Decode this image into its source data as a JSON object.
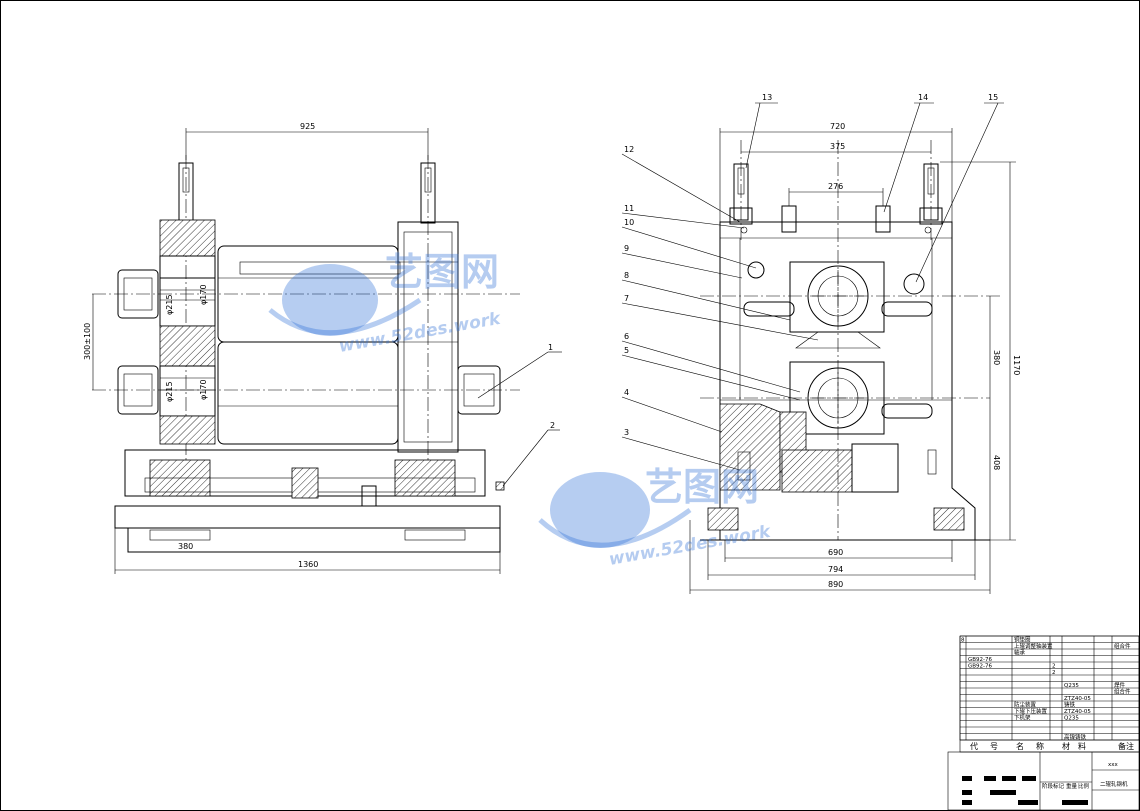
{
  "drawing": {
    "title": "二辊轧钢机",
    "title_code": "xxx",
    "watermark_brand": "艺图网",
    "watermark_url": "www.52des.work",
    "colors": {
      "line": "#000000",
      "watermark": "#2f6fd6",
      "background": "#ffffff"
    }
  },
  "front_view": {
    "dims": {
      "top_width": "925",
      "roll_distance": "300±100",
      "bottom_left": "380",
      "overall_length": "1360",
      "d_upper_a": "φ215",
      "d_upper_b": "φ170",
      "d_lower_a": "φ215",
      "d_lower_b": "φ170"
    },
    "callouts": [
      "1",
      "2"
    ]
  },
  "side_view": {
    "dims": {
      "top_width": "720",
      "inner_width": "375",
      "screw_span": "276",
      "height_upper": "380",
      "height_total": "1170",
      "height_lower": "408",
      "base_inner": "690",
      "base_mid": "794",
      "base_outer": "890"
    },
    "callouts": [
      "3",
      "4",
      "5",
      "6",
      "7",
      "8",
      "9",
      "10",
      "11",
      "12",
      "13",
      "14",
      "15"
    ]
  },
  "title_block": {
    "rows": [
      {
        "no": "8",
        "code": "",
        "name": "铜垫圈",
        "qty": "",
        "mat": "",
        "note": ""
      },
      {
        "no": "",
        "code": "",
        "name": "上辊调整轴装置",
        "qty": "",
        "mat": "",
        "note": "组合件"
      },
      {
        "no": "",
        "code": "",
        "name": "轴承",
        "qty": "",
        "mat": "",
        "note": ""
      },
      {
        "no": "",
        "code": "GB92-76",
        "name": "",
        "qty": "",
        "mat": "",
        "note": ""
      },
      {
        "no": "",
        "code": "GB92-76",
        "name": "",
        "qty": "2",
        "mat": "",
        "note": ""
      },
      {
        "no": "",
        "code": "",
        "name": "",
        "qty": "2",
        "mat": "",
        "note": ""
      },
      {
        "no": "",
        "code": "",
        "name": "",
        "qty": "",
        "mat": "",
        "note": ""
      },
      {
        "no": "",
        "code": "",
        "name": "",
        "qty": "",
        "mat": "Q235",
        "note": "焊件"
      },
      {
        "no": "",
        "code": "",
        "name": "",
        "qty": "",
        "mat": "",
        "note": "组合件"
      },
      {
        "no": "",
        "code": "",
        "name": "",
        "qty": "",
        "mat": "ZTZ40-05",
        "note": ""
      },
      {
        "no": "",
        "code": "",
        "name": "防尘装置",
        "qty": "",
        "mat": "铸铁",
        "note": ""
      },
      {
        "no": "",
        "code": "",
        "name": "下辊下压装置",
        "qty": "",
        "mat": "ZTZ40-05",
        "note": ""
      },
      {
        "no": "",
        "code": "",
        "name": "下机架",
        "qty": "",
        "mat": "Q235",
        "note": ""
      },
      {
        "no": "",
        "code": "",
        "name": "",
        "qty": "",
        "mat": "",
        "note": ""
      },
      {
        "no": "",
        "code": "",
        "name": "",
        "qty": "",
        "mat": "",
        "note": ""
      },
      {
        "no": "",
        "code": "",
        "name": "",
        "qty": "",
        "mat": "高镍铸铁",
        "note": ""
      }
    ],
    "header": [
      "代",
      "号",
      "名",
      "称",
      "材",
      "料",
      "备注"
    ],
    "bottom_labels": [
      "阶段标记",
      "重量",
      "比例"
    ]
  }
}
